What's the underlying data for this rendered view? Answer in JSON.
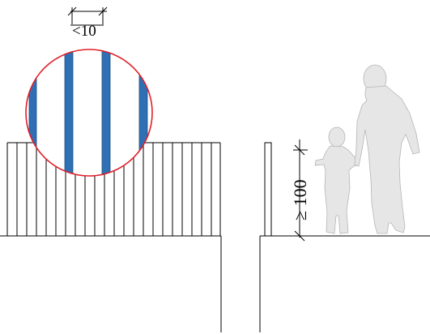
{
  "detail_dimension": {
    "text": "<10"
  },
  "height_dimension": {
    "text": "≥ 100"
  },
  "colors": {
    "baluster_detail": "#2f6fb4",
    "magnifier_outline": "#e0202a",
    "silhouette_fill": "#e6e6e6",
    "line": "#000000"
  },
  "figures": [
    "child-silhouette",
    "adult-silhouette"
  ]
}
